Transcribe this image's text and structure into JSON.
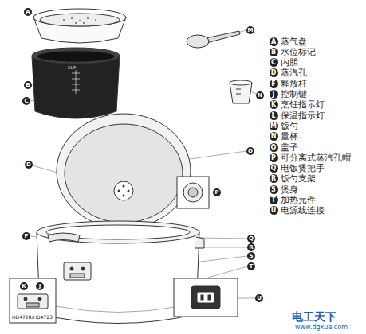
{
  "diagram": {
    "labels": [
      "A",
      "蒸气盘",
      "B",
      "水位标记",
      "C",
      "内胆",
      "D",
      "蒸汽孔",
      "F",
      "释放杆",
      "J",
      "控制键",
      "K",
      "烹饪指示灯",
      "L",
      "保温指示灯",
      "M",
      "饭勺",
      "N",
      "量杯",
      "O",
      "盖子",
      "P",
      "可分离式蒸汽孔帽",
      "Q",
      "电饭煲把手",
      "R",
      "饭勺支架",
      "S",
      "煲身",
      "T",
      "加热元件",
      "U",
      "电源线连接",
      "A",
      "M",
      "B",
      "C",
      "N",
      "O",
      "D",
      "P",
      "F",
      "Q",
      "R",
      "S",
      "T",
      "K",
      "J",
      "U",
      "CUP",
      "HD4728/HD4723",
      "电工天下",
      "www.dgxue.com"
    ]
  }
}
